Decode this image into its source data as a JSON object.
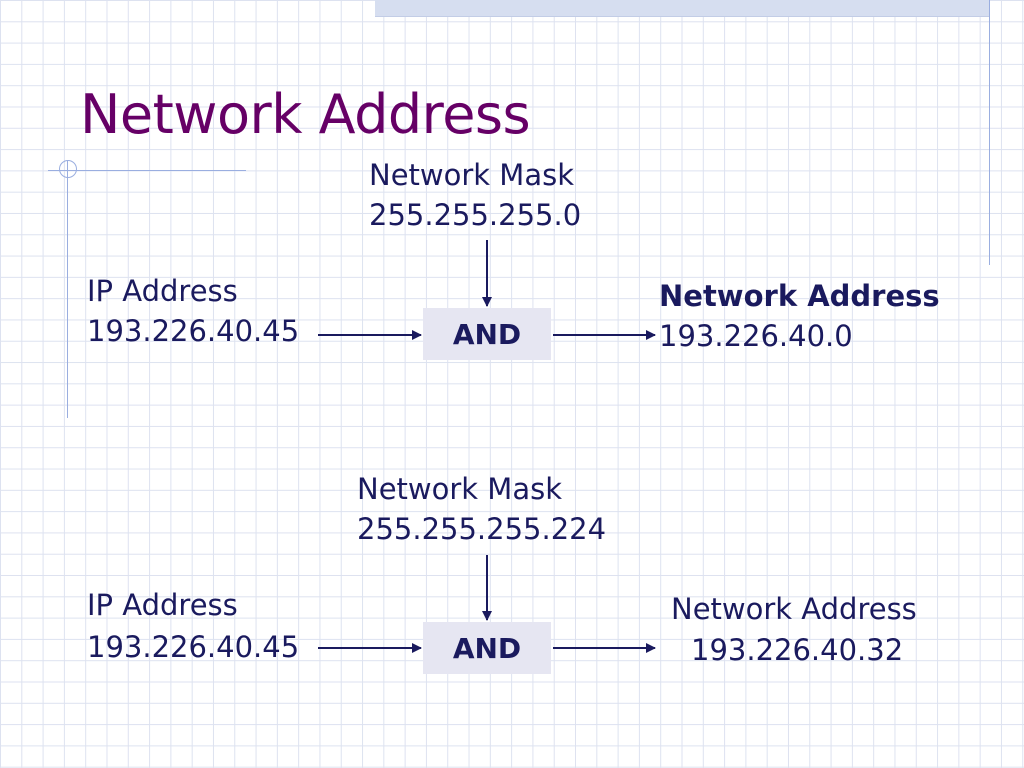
{
  "slide": {
    "title": "Network Address",
    "example1": {
      "mask_label": "Network Mask",
      "mask_value": "255.255.255.0",
      "ip_label": "IP Address",
      "ip_value": "193.226.40.45",
      "operator": "AND",
      "result_label": "Network Address",
      "result_value": "193.226.40.0"
    },
    "example2": {
      "mask_label": "Network Mask",
      "mask_value": "255.255.255.224",
      "ip_label": "IP Address",
      "ip_value": "193.226.40.45",
      "operator": "AND",
      "result_label": "Network Address",
      "result_value": "193.226.40.32"
    }
  },
  "colors": {
    "title": "#660066",
    "text": "#1a1a5e",
    "box": "#e6e6f2",
    "arrow": "#1a1a5e",
    "rule": "#9aaee0"
  }
}
